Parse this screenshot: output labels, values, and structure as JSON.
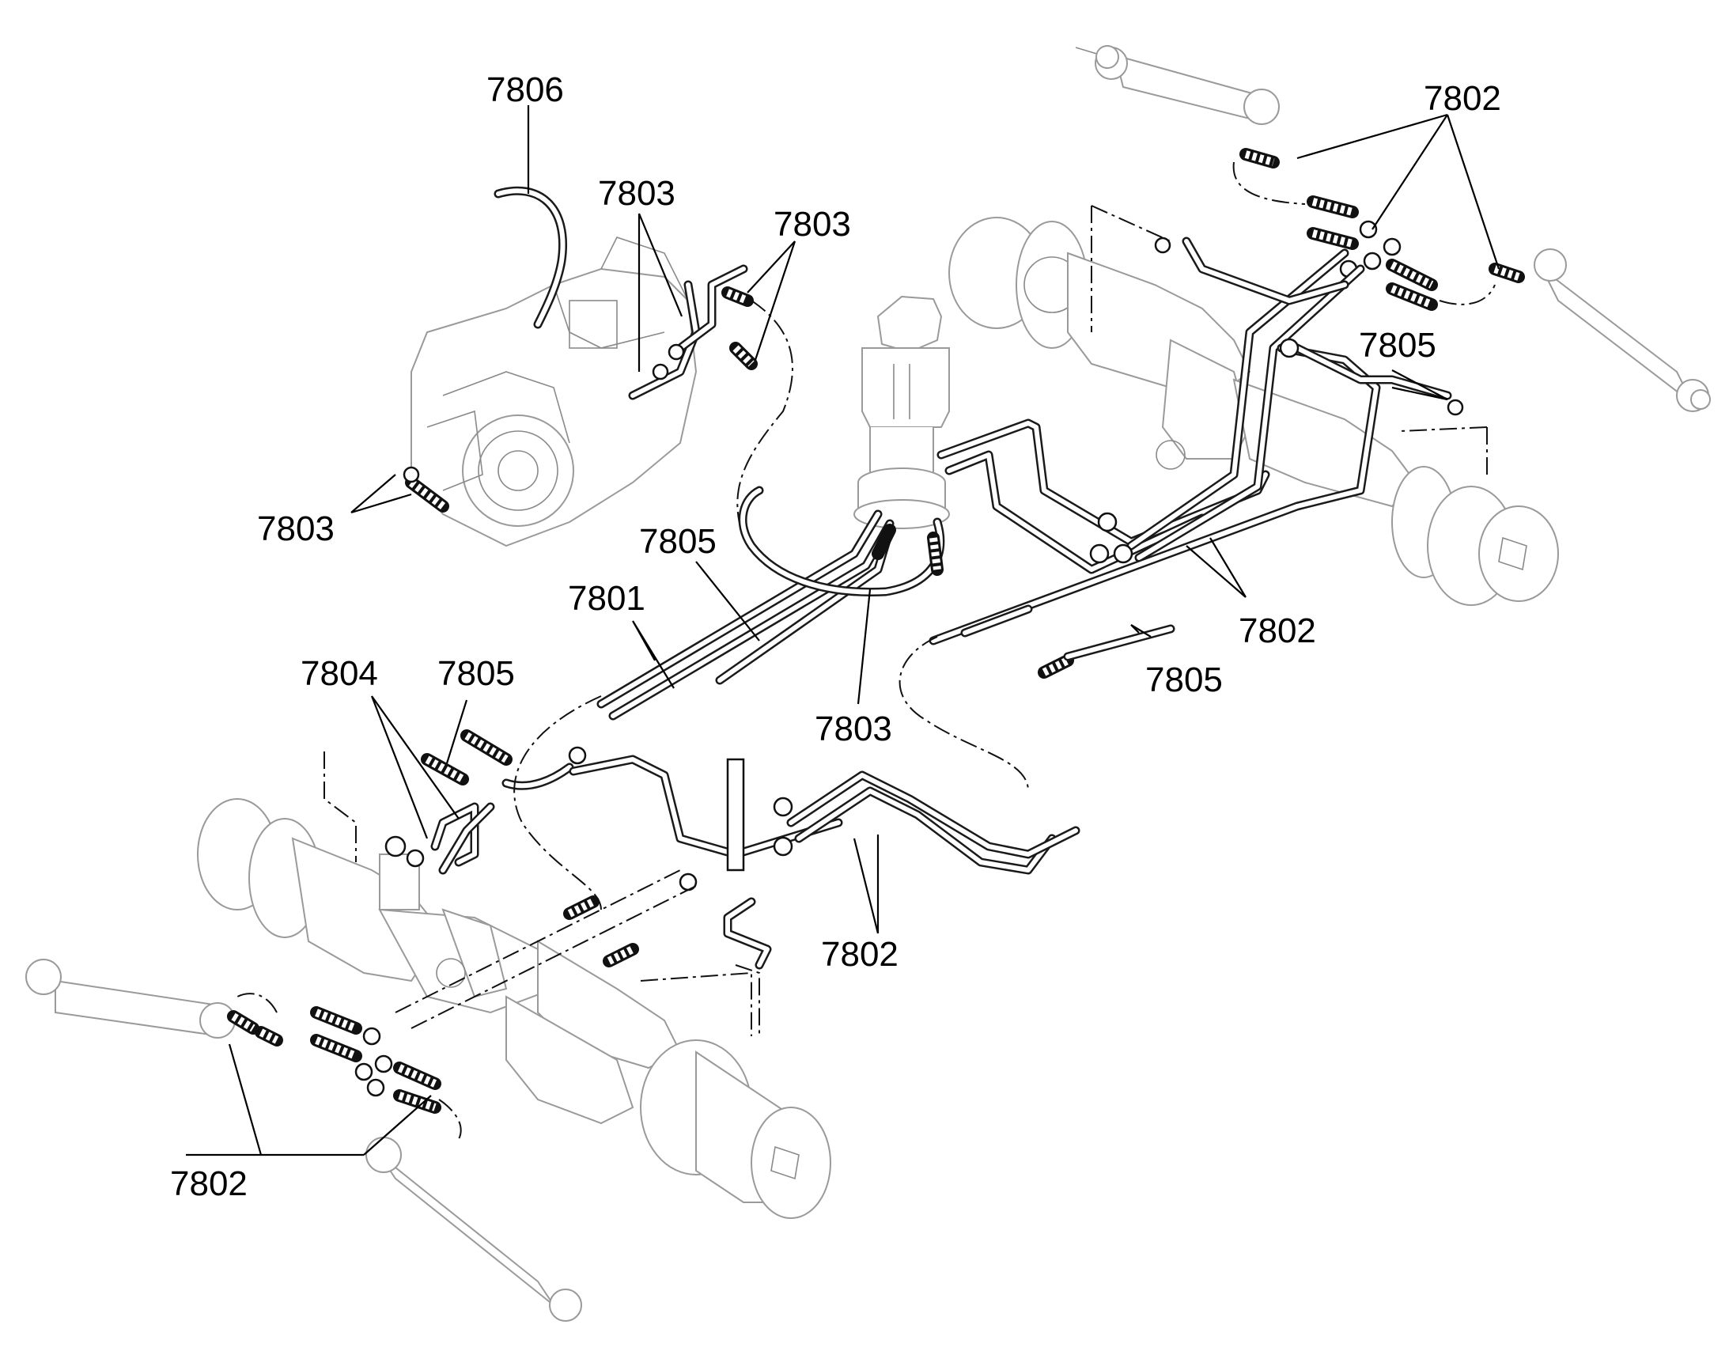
{
  "diagram": {
    "callouts": [
      {
        "id": "c7806",
        "text": "7806"
      },
      {
        "id": "c7803a",
        "text": "7803"
      },
      {
        "id": "c7803b",
        "text": "7803"
      },
      {
        "id": "c7803c",
        "text": "7803"
      },
      {
        "id": "c7803d",
        "text": "7803"
      },
      {
        "id": "c7805a",
        "text": "7805"
      },
      {
        "id": "c7801",
        "text": "7801"
      },
      {
        "id": "c7804",
        "text": "7804"
      },
      {
        "id": "c7805b",
        "text": "7805"
      },
      {
        "id": "c7802a",
        "text": "7802"
      },
      {
        "id": "c7805c",
        "text": "7805"
      },
      {
        "id": "c7802b",
        "text": "7802"
      },
      {
        "id": "c7805d",
        "text": "7805"
      },
      {
        "id": "c7802c",
        "text": "7802"
      },
      {
        "id": "c7802d",
        "text": "7802"
      }
    ]
  }
}
